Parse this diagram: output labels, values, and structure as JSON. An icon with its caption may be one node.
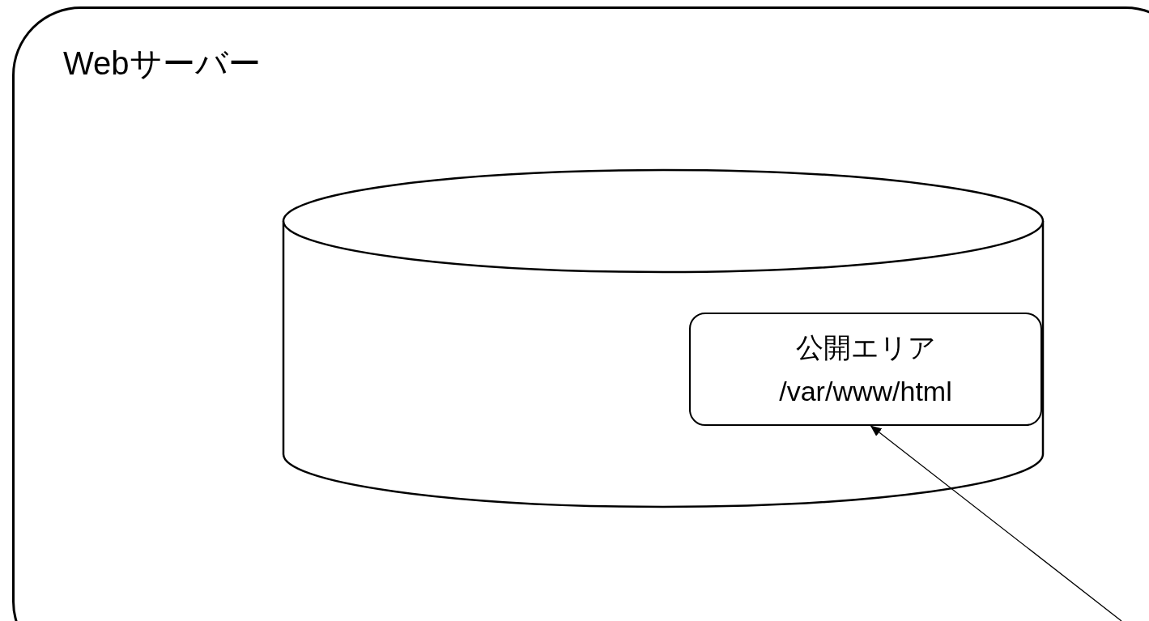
{
  "diagram": {
    "nodes": [
      {
        "text": [
          "Webサーバー"
        ]
      },
      {
        "text": [],
        "shape": "cylinder",
        "in": 0
      },
      {
        "text": [
          "公開エリア",
          "/var/www/html"
        ],
        "in": 1
      }
    ],
    "edges": [
      {
        "from": null,
        "to": 2,
        "arrow": "to"
      }
    ]
  }
}
